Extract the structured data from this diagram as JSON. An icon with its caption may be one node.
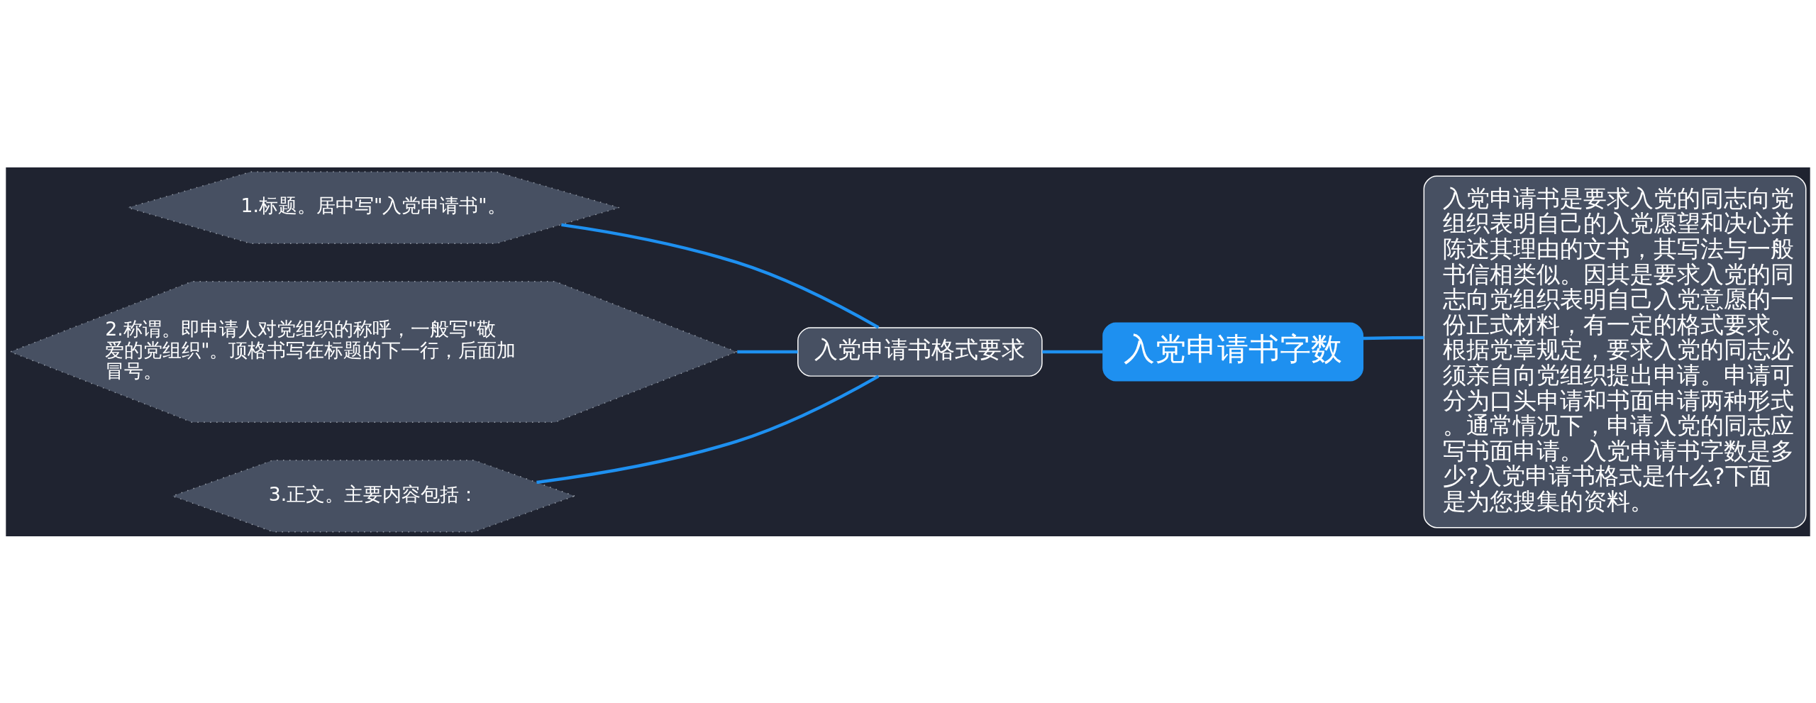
{
  "diagram": {
    "nodes": [
      {
        "text": [
          "入党申请书字数"
        ]
      },
      {
        "text": [
          "入党申请书格式要求"
        ]
      },
      {
        "text": [
          "1.标题。居中写\"入党申请书\"。"
        ]
      },
      {
        "text": [
          "2.称谓。即申请人对党组织的称呼，一般写\"敬爱的党组织\"。顶格书写在标题的下一行，后面加冒号。"
        ]
      },
      {
        "text": [
          "3.正文。主要内容包括："
        ]
      },
      {
        "text": [
          "入党申请书是要求入党的同志向党组织表明自己的入党愿望和决心并陈述其理由的文书，其写法与一般书信相类似。因其是要求入党的同志向党组织表明自己入党意愿的一份正式材料，有一定的格式要求。根据党章规定，要求入党的同志必须亲自向党组织提出申请。申请可分为口头申请和书面申请两种形式。通常情况下，申请入党的同志应写书面申请。入党申请书字数是多少?入党申请书格式是什么?下面是为您搜集的资料。"
        ]
      }
    ],
    "edges": [
      {
        "from": 0,
        "to": 1,
        "arrow": "none"
      },
      {
        "from": 1,
        "to": 2,
        "arrow": "none"
      },
      {
        "from": 1,
        "to": 3,
        "arrow": "none"
      },
      {
        "from": 1,
        "to": 4,
        "arrow": "none"
      },
      {
        "from": 0,
        "to": 5,
        "arrow": "none"
      }
    ]
  }
}
